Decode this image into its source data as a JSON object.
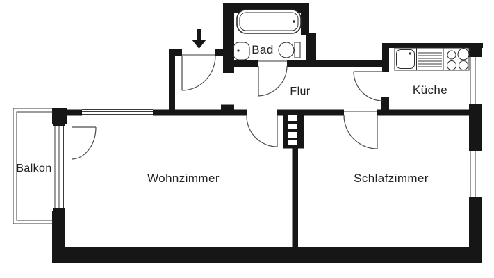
{
  "rooms": {
    "balkon": "Balkon",
    "wohnzimmer": "Wohnzimmer",
    "schlafzimmer": "Schlafzimmer",
    "flur": "Flur",
    "bad": "Bad",
    "kueche": "Küche"
  },
  "icons": [
    "entrance-arrow-icon",
    "bathtub-icon",
    "washbasin-icon",
    "toilet-icon",
    "kitchen-sink-icon",
    "kitchen-drainer-icon",
    "stove-burners-icon",
    "utility-shaft-icon",
    "door-swing-icon",
    "window-icon",
    "balcony-icon"
  ],
  "colors": {
    "wall": "#161616",
    "background": "#ffffff",
    "fixture_line": "#2e2e2e",
    "text": "#222222"
  }
}
